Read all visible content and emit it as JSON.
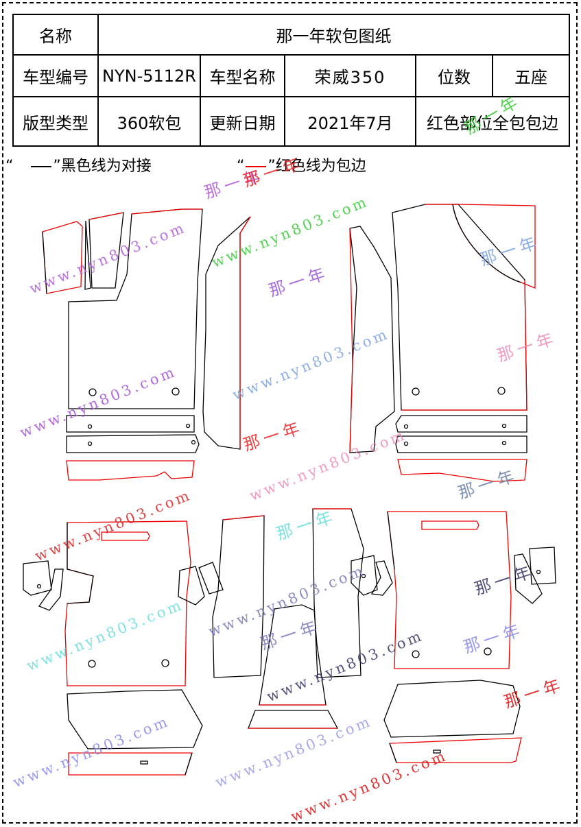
{
  "header": {
    "name_label": "名称",
    "name_value": "那一年软包图纸",
    "model_code_label": "车型编号",
    "model_code_value": "NYN-5112R",
    "model_name_label": "车型名称",
    "model_name_value": "荣威350",
    "seats_label": "位数",
    "seats_value": "五座",
    "pattern_type_label": "版型类型",
    "pattern_type_value": "360软包",
    "update_label": "更新日期",
    "update_value": "2021年7月",
    "edge_note": "红色部位全包包边"
  },
  "legend": {
    "black": {
      "open": "“",
      "close": "”黑色线为对接"
    },
    "red": {
      "open": "“",
      "close": "”红色线为包边"
    }
  },
  "colors": {
    "seam": "#000000",
    "edge": "#e00000"
  },
  "watermarks": {
    "url": "www.nyn803.com",
    "brand": "那一年"
  }
}
